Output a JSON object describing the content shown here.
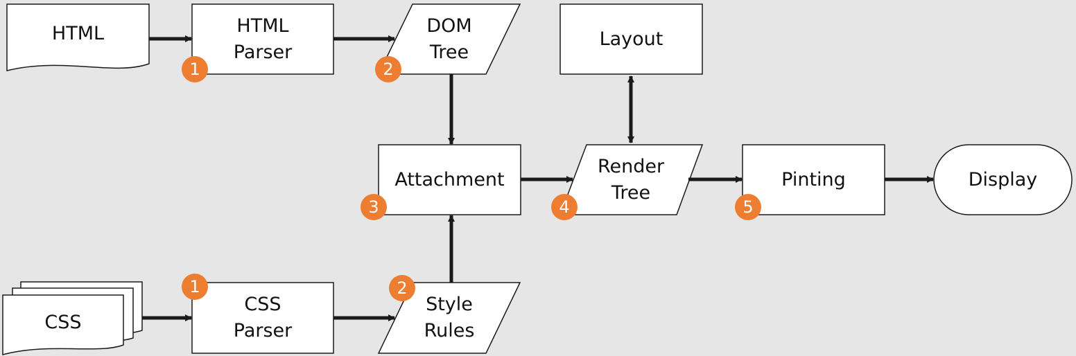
{
  "colors": {
    "background": "#e6e6e6",
    "node_fill": "#ffffff",
    "stroke": "#1a1a1a",
    "badge": "#ed7d31"
  },
  "nodes": {
    "html_doc": {
      "lines": [
        "HTML"
      ]
    },
    "html_parser": {
      "lines": [
        "HTML",
        "Parser"
      ]
    },
    "dom_tree": {
      "lines": [
        "DOM",
        "Tree"
      ]
    },
    "layout": {
      "lines": [
        "Layout"
      ]
    },
    "attachment": {
      "lines": [
        "Attachment"
      ]
    },
    "render_tree": {
      "lines": [
        "Render",
        "Tree"
      ]
    },
    "painting": {
      "lines": [
        "Pinting"
      ]
    },
    "display": {
      "lines": [
        "Display"
      ]
    },
    "css_doc": {
      "lines": [
        "CSS"
      ]
    },
    "css_parser": {
      "lines": [
        "CSS",
        "Parser"
      ]
    },
    "style_rules": {
      "lines": [
        "Style",
        "Rules"
      ]
    }
  },
  "badges": {
    "html_parser": "1",
    "dom_tree": "2",
    "attachment": "3",
    "render_tree": "4",
    "painting": "5",
    "css_parser": "1",
    "style_rules": "2"
  }
}
